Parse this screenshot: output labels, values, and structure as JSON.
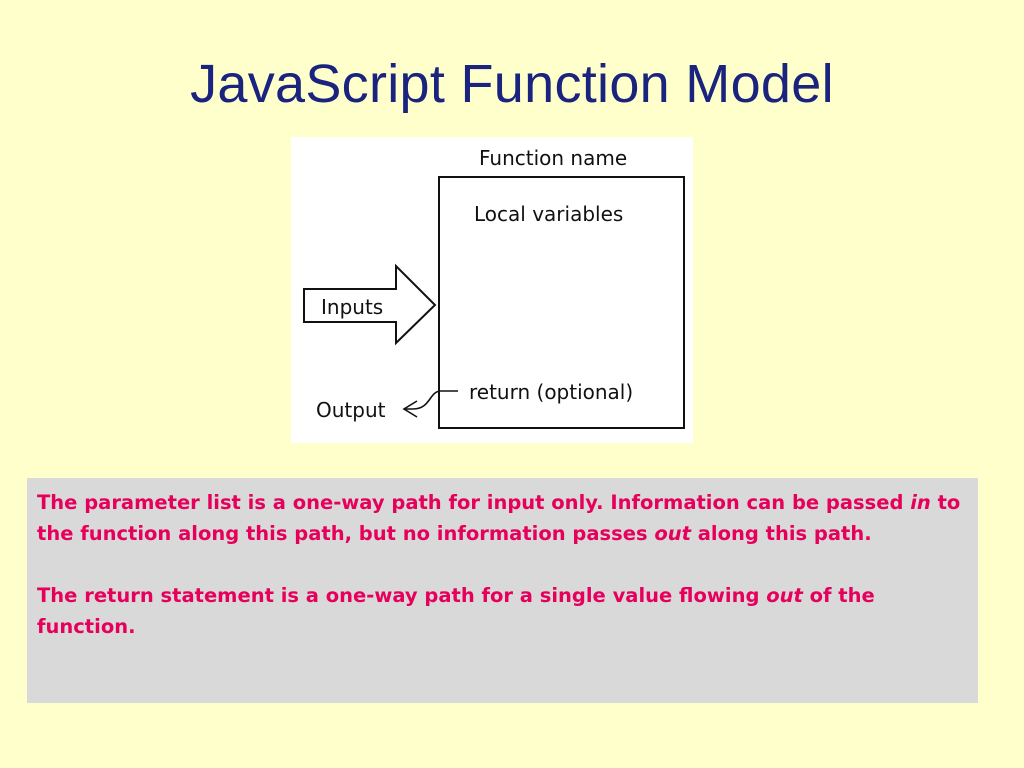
{
  "slide": {
    "title": "JavaScript Function Model"
  },
  "diagram": {
    "function_name_label": "Function name",
    "local_variables_label": "Local variables",
    "inputs_label": "Inputs",
    "return_label": "return (optional)",
    "output_label": "Output"
  },
  "notes": {
    "paragraph1": {
      "part1": "The parameter list is a one-way path for input only. Information can be passed ",
      "em1": "in",
      "part2": " to the function along this path, but no information passes ",
      "em2": "out",
      "part3": " along this path."
    },
    "paragraph2": {
      "part1": "The return statement is a one-way path for a single value flowing ",
      "em1": "out",
      "part2": " of the function."
    }
  },
  "colors": {
    "background": "#ffffcc",
    "title": "#1a237e",
    "notes_background": "#d9d9d9",
    "notes_text": "#e6005c"
  }
}
